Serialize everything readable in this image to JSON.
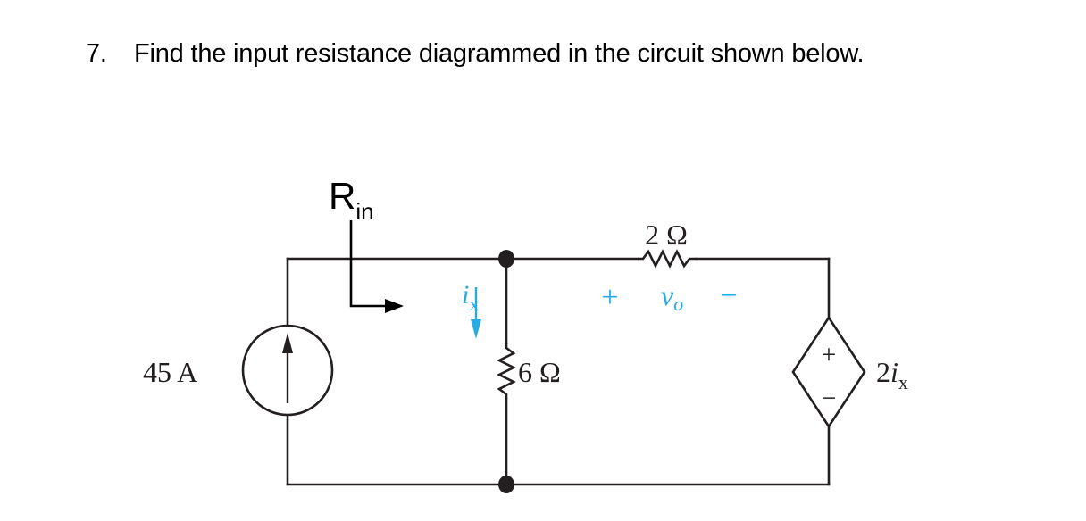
{
  "question": {
    "number": "7.",
    "text": "Find the input resistance diagrammed in the circuit shown below."
  },
  "circuit": {
    "rin_label": {
      "main": "R",
      "sub": "in"
    },
    "current_source": {
      "label": "45 A",
      "direction": "up"
    },
    "resistor_shunt": {
      "label": "6 Ω"
    },
    "resistor_series": {
      "label": "2 Ω"
    },
    "current_label": {
      "main": "i",
      "sub": "x",
      "direction": "down"
    },
    "voltage_label": {
      "plus": "+",
      "main": "v",
      "sub": "o",
      "minus": "−"
    },
    "dependent_source": {
      "label_coef": "2",
      "label_main": "i",
      "label_sub": "x",
      "plus": "+",
      "minus": "−"
    },
    "colors": {
      "wire": "#231f20",
      "annotation": "#29abe2",
      "text": "#231f20"
    }
  }
}
